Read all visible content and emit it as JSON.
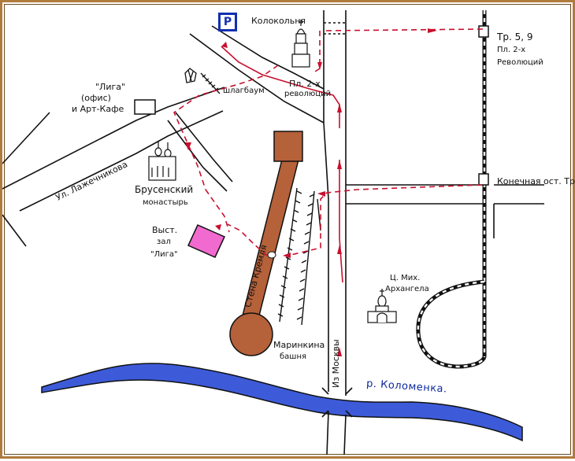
{
  "labels": {
    "parking": "P",
    "bell_tower": "Колокольня",
    "tram_stop_top_line1": "Тр. 5, 9",
    "tram_stop_top_line2": "Пл. 2-х",
    "tram_stop_top_line3": "Революций",
    "liga_line1": "\"Лига\"",
    "liga_line2": "(офис)",
    "liga_line3": "и Арт-Кафе",
    "barrier": "шлагбаум",
    "square_line1": "Пл. 2-х",
    "square_line2": "революций",
    "street_lazhechnikova": "Ул. Лажечникова",
    "monastery_line1": "Брусенский",
    "monastery_line2": "монастырь",
    "tram_terminal": "Конечная ост. Тр.",
    "hall_line1": "Выст.",
    "hall_line2": "зал",
    "hall_line3": "\"Лига\"",
    "kremlin_wall": "Стена Кремля",
    "church_line1": "Ц. Мих.",
    "church_line2": "Архангела",
    "marinkina_line1": "Маринкина",
    "marinkina_line2": "башня",
    "from_moscow": "Из Москвы",
    "river": "р. Коломенка."
  },
  "icons": [
    "parking-icon",
    "bell-tower-icon",
    "barrier-icon",
    "monastery-icon",
    "church-icon",
    "tram-stop-icon"
  ],
  "colors": {
    "route": "#c8102e",
    "kremlin_wall": "#b5613a",
    "exhibition_hall": "#f06ad0",
    "river": "#3d5bd9",
    "tram_line": "#111111",
    "frame": "#b07a3c"
  }
}
